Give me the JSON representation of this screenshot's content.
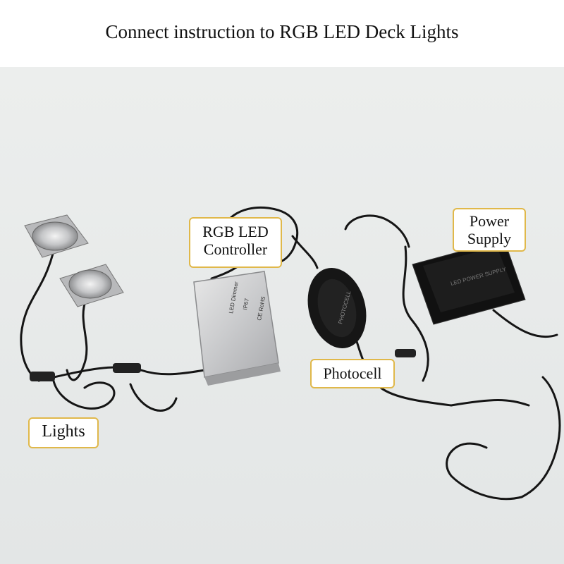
{
  "title": "Connect instruction to RGB LED Deck Lights",
  "labels": {
    "controller_line1": "RGB LED",
    "controller_line2": "Controller",
    "power_line1": "Power",
    "power_line2": "Supply",
    "photocell": "Photocell",
    "lights": "Lights"
  },
  "device_text": {
    "controller_name": "LED Dimmer",
    "controller_rating": "IP67",
    "controller_marks": "CE RoHS",
    "photocell_name": "PHOTOCELL",
    "power_name": "LED POWER SUPPLY"
  },
  "colors": {
    "callout_border": "#e0b84a",
    "background_wall": "#e9ecec"
  }
}
